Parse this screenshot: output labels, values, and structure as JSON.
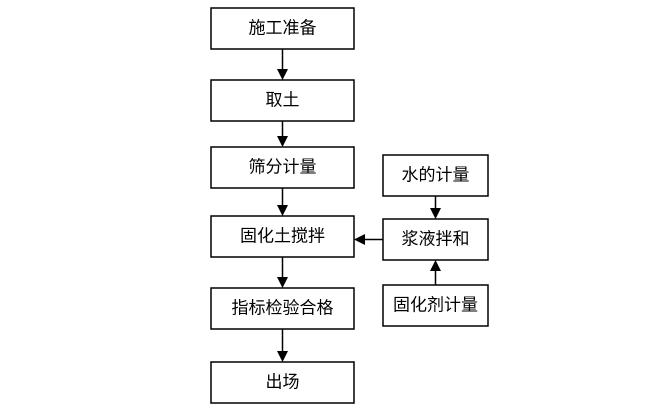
{
  "diagram": {
    "type": "flowchart",
    "nodes": [
      {
        "id": "prep",
        "label": "施工准备"
      },
      {
        "id": "take_soil",
        "label": "取土"
      },
      {
        "id": "sieve",
        "label": "筛分计量"
      },
      {
        "id": "mix_soil",
        "label": "固化土搅拌"
      },
      {
        "id": "check",
        "label": "指标检验合格"
      },
      {
        "id": "out",
        "label": "出场"
      },
      {
        "id": "water",
        "label": "水的计量"
      },
      {
        "id": "slurry",
        "label": "浆液拌和"
      },
      {
        "id": "agent",
        "label": "固化剂计量"
      }
    ],
    "edges": [
      {
        "from": "prep",
        "to": "take_soil"
      },
      {
        "from": "take_soil",
        "to": "sieve"
      },
      {
        "from": "sieve",
        "to": "mix_soil"
      },
      {
        "from": "mix_soil",
        "to": "check"
      },
      {
        "from": "check",
        "to": "out"
      },
      {
        "from": "water",
        "to": "slurry"
      },
      {
        "from": "agent",
        "to": "slurry"
      },
      {
        "from": "slurry",
        "to": "mix_soil"
      }
    ]
  }
}
